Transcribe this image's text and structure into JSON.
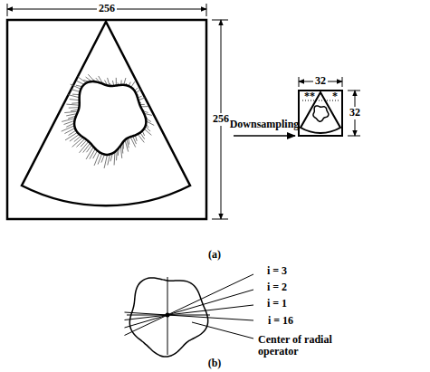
{
  "diagram": {
    "labels": [
      "256",
      "256",
      "Downsampling",
      "32",
      "32",
      "**",
      "*",
      "(a)",
      "i = 3",
      "i = 2",
      "i = 1",
      "i = 16",
      "Center of radial operator",
      "(b)"
    ]
  }
}
